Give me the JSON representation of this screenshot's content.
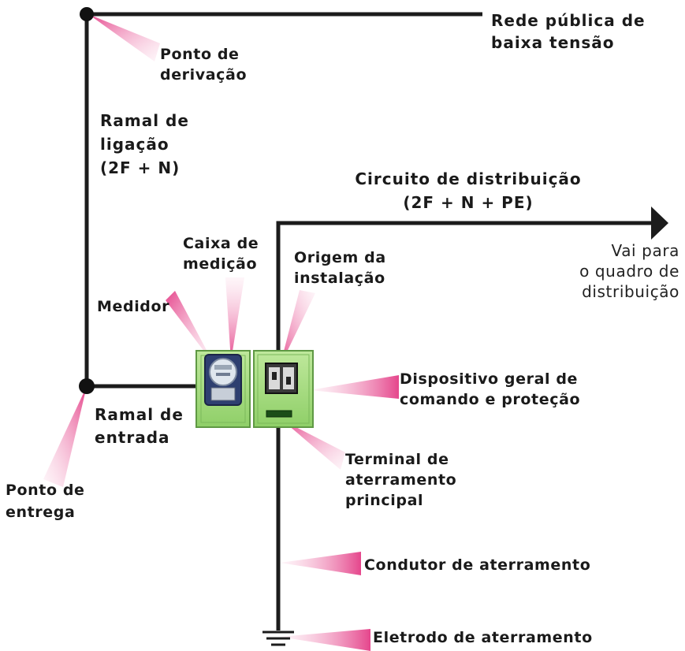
{
  "labels": {
    "rede_publica": [
      "Rede pública de",
      "baixa tensão"
    ],
    "ponto_derivacao": [
      "Ponto de",
      "derivação"
    ],
    "ramal_ligacao": [
      "Ramal de",
      "ligação",
      "(2F + N)"
    ],
    "circuito_distribuicao": [
      "Circuito de distribuição",
      "(2F + N + PE)"
    ],
    "vai_para": [
      "Vai para",
      "o quadro de",
      "distribuição"
    ],
    "caixa_medicao": [
      "Caixa de",
      "medição"
    ],
    "origem_instalacao": [
      "Origem da",
      "instalação"
    ],
    "medidor": "Medidor",
    "dispositivo_geral": [
      "Dispositivo geral de",
      "comando e proteção"
    ],
    "ramal_entrada": [
      "Ramal de",
      "entrada"
    ],
    "ponto_entrega": [
      "Ponto de",
      "entrega"
    ],
    "terminal_aterramento": [
      "Terminal de",
      "aterramento",
      "principal"
    ],
    "condutor_aterramento": "Condutor de aterramento",
    "eletrodo_aterramento": "Eletrodo de aterramento"
  },
  "colors": {
    "line": "#1c1c1c",
    "pointer_light": "#fbe0ec",
    "pointer_dark": "#e5468c",
    "box_green": "#a6dd7e",
    "box_green_dark": "#6aa84f"
  }
}
